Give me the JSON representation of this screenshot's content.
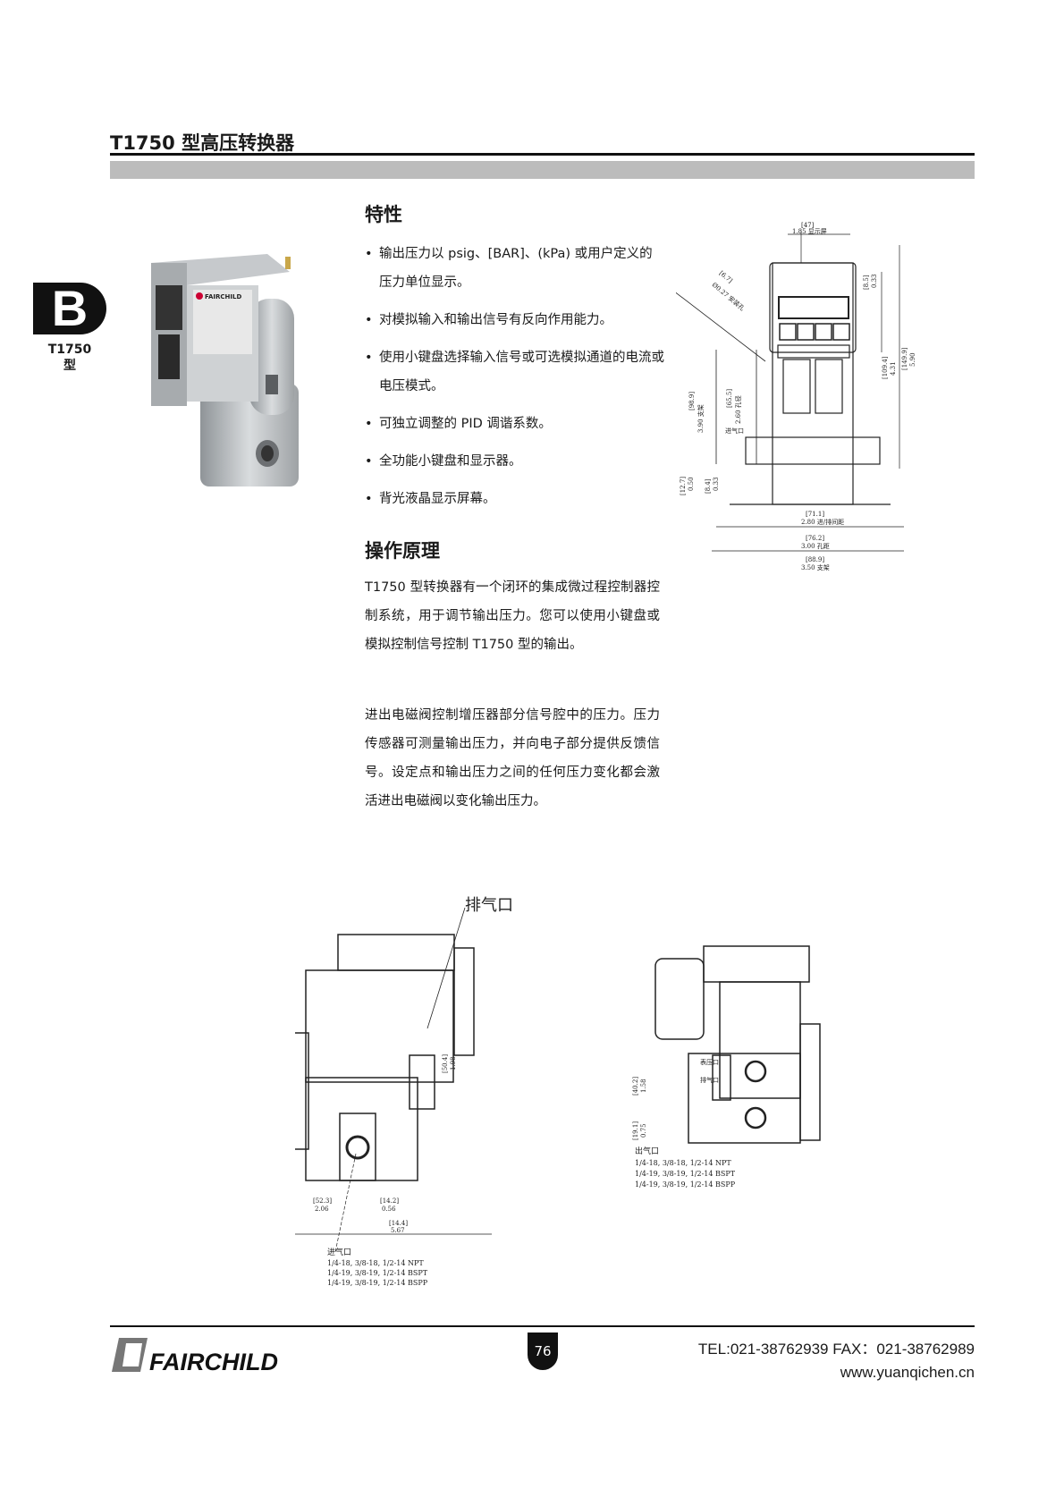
{
  "header": {
    "title": "T1750 型高压转换器"
  },
  "side_tab": {
    "letter": "B",
    "model": "T1750",
    "model_suffix": "型"
  },
  "product_photo": {
    "brand": "FAIRCHILD"
  },
  "features": {
    "heading": "特性",
    "items": [
      "输出压力以 psig、[BAR]、(kPa) 或用户定义的压力单位显示。",
      "对模拟输入和输出信号有反向作用能力。",
      "使用小键盘选择输入信号或可选模拟通道的电流或电压模式。",
      "可独立调整的 PID 调谐系数。",
      "全功能小键盘和显示器。",
      "背光液晶显示屏幕。"
    ]
  },
  "operation": {
    "heading": "操作原理",
    "paragraphs": [
      "T1750 型转换器有一个闭环的集成微过程控制器控制系统，用于调节输出压力。您可以使用小键盘或模拟控制信号控制 T1750 型的输出。",
      "进出电磁阀控制增压器部分信号腔中的压力。压力传感器可测量输出压力，并向电子部分提供反馈信号。设定点和输出压力之间的任何压力变化都会激活进出电磁阀以变化输出压力。"
    ]
  },
  "drawing_front": {
    "labels": [
      "[47]",
      "1.85 显示屏",
      "[6.7]",
      "Ø0.27 安装孔",
      "[98.9]",
      "3.90 支架",
      "[65.5]",
      "2.60 孔径",
      "进气口",
      "[12.7]",
      "0.50",
      "[8.4]",
      "0.33",
      "[71.1]",
      "2.80 进/排间距",
      "[76.2]",
      "3.00 孔距",
      "[88.9]",
      "3.50 支架",
      "[8.5]",
      "0.33",
      "[109.4]",
      "4.31",
      "[149.9]",
      "5.90"
    ]
  },
  "drawing_side_left": {
    "exhaust_label": "排气口",
    "dims": [
      "[52.3]",
      "2.06",
      "[50.4]",
      "1.98",
      "[14.2]",
      "0.56",
      "[14.4]",
      "5.67"
    ],
    "inlet_label": "进气口",
    "thread_specs": [
      "1/4-18, 3/8-18, 1/2-14 NPT",
      "1/4-19, 3/8-19, 1/2-14 BSPT",
      "1/4-19, 3/8-19, 1/2-14 BSPP"
    ]
  },
  "drawing_side_right": {
    "dims": [
      "[40.2]",
      "1.58",
      "[19.1]",
      "0.75"
    ],
    "gauge_label": "表压口",
    "exhaust_note": "排气口",
    "outlet_label": "出气口",
    "thread_specs": [
      "1/4-18, 3/8-18, 1/2-14 NPT",
      "1/4-19, 3/8-19, 1/2-14 BSPT",
      "1/4-19, 3/8-19, 1/2-14 BSPP"
    ]
  },
  "footer": {
    "logo": "FAIRCHILD",
    "page_number": "76",
    "contact": "TEL:021-38762939  FAX：021-38762989",
    "website": "www.yuanqichen.cn"
  }
}
